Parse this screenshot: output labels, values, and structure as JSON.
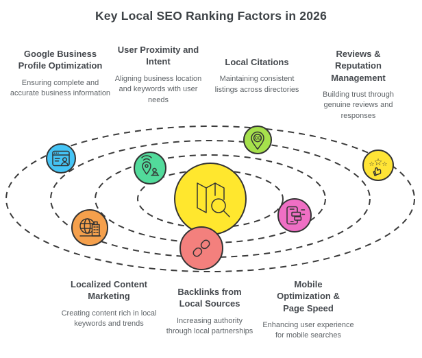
{
  "title": "Key Local SEO Ranking Factors in 2026",
  "orbit_color": "#3b3b3b",
  "center": {
    "icon": "map-search-icon",
    "color": "#FFE72E"
  },
  "icons": {
    "citations_glyph": "CC",
    "star_glyph": "☆"
  },
  "factors": [
    {
      "label": "Google Business Profile Optimization",
      "description": "Ensuring complete and accurate business information",
      "icon": "browser-profile-icon",
      "color": "#45C4F5"
    },
    {
      "label": "User Proximity and Intent",
      "description": "Aligning business location and keywords with user needs",
      "icon": "location-wifi-user-icon",
      "color": "#52DB9B"
    },
    {
      "label": "Local Citations",
      "description": "Maintaining consistent listings across directories",
      "icon": "map-pin-citations-icon",
      "color": "#A6E14C"
    },
    {
      "label": "Reviews & Reputation Management",
      "description": "Building trust through genuine reviews and responses",
      "icon": "stars-thumbs-up-icon",
      "color": "#FFE436"
    },
    {
      "label": "Localized Content Marketing",
      "description": "Creating content rich in local keywords and trends",
      "icon": "globe-building-icon",
      "color": "#F5A04C"
    },
    {
      "label": "Backlinks from Local Sources",
      "description": "Increasing authority through local partnerships",
      "icon": "chain-link-icon",
      "color": "#F3807D"
    },
    {
      "label": "Mobile Optimization & Page Speed",
      "description": "Enhancing user experience for mobile searches",
      "icon": "smartphone-speed-icon",
      "color": "#EF6FC4"
    }
  ]
}
